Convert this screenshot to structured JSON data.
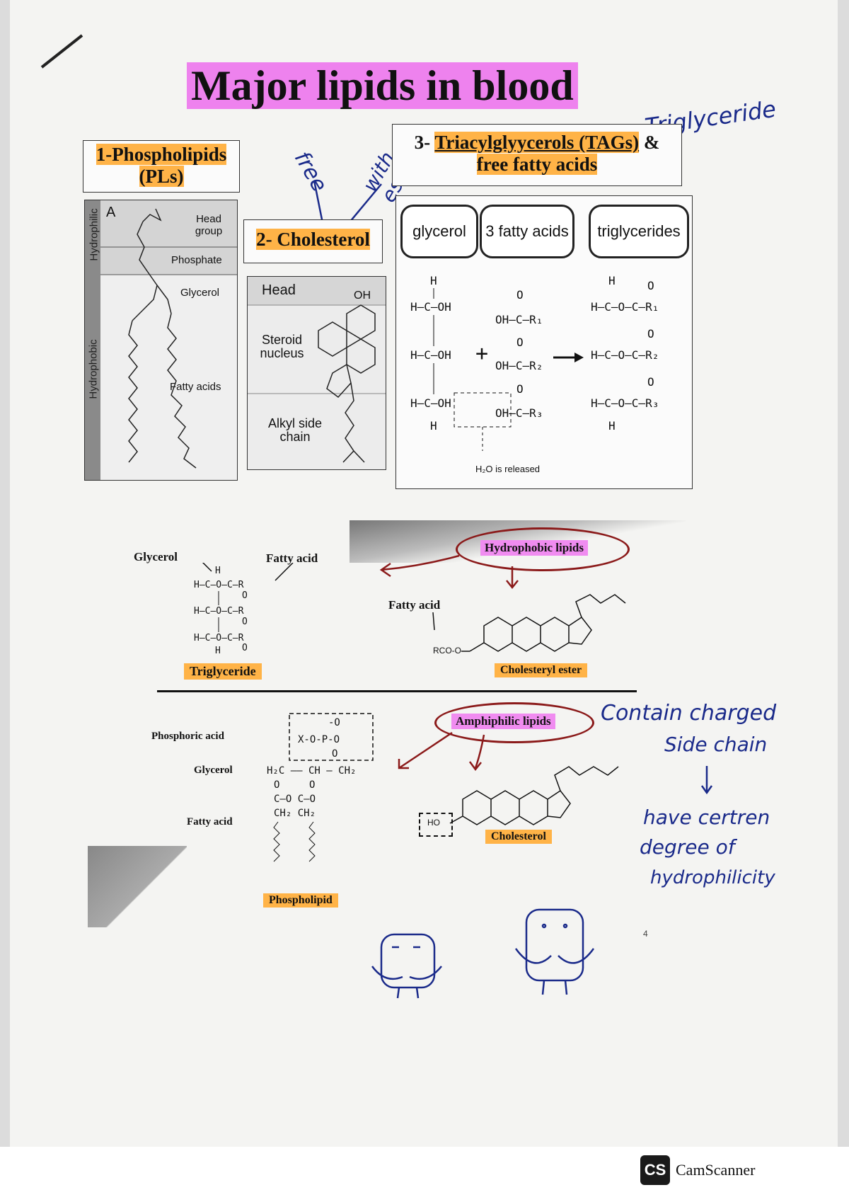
{
  "title": "Major lipids in blood",
  "sections": {
    "phospholipids": {
      "title_line1": "1-Phospholipids",
      "title_line2": "(PLs)",
      "panel_letter": "A",
      "side_hydrophilic": "Hydrophilic",
      "side_hydrophobic": "Hydrophobic",
      "labels": {
        "head": "Head group",
        "phosphate": "Phosphate",
        "glycerol": "Glycerol",
        "fatty": "Fatty acids"
      }
    },
    "cholesterol": {
      "title": "2- Cholesterol",
      "labels": {
        "head": "Head",
        "oh": "OH",
        "steroid": "Steroid nucleus",
        "alkyl": "Alkyl side chain"
      }
    },
    "tags": {
      "title_line1_prefix": "3- ",
      "title_line1": "Triacylglyycerols (TAGs)",
      "title_line1_suffix": " &",
      "title_line2": "free fatty acids",
      "pills": [
        "glycerol",
        "3 fatty acids",
        "triglycerides"
      ],
      "water": "H₂O is released"
    }
  },
  "annotations": {
    "free": "free",
    "with_ester": "with ester",
    "triglyceride_note": "= Triglyceride"
  },
  "hydrophobic": {
    "title": "Hydrophobic lipids",
    "glycerol": "Glycerol",
    "fatty_acid": "Fatty acid",
    "fatty_acid2": "Fatty acid",
    "triglyceride": "Triglyceride",
    "cholesteryl": "Cholesteryl ester",
    "rco": "RCO-O"
  },
  "amphiphilic": {
    "title": "Amphiphilic lipids",
    "phosphoric": "Phosphoric acid",
    "glycerol": "Glycerol",
    "fatty": "Fatty acid",
    "phospholipid": "Phospholipid",
    "cholesterol": "Cholesterol",
    "ho": "HO",
    "note_line1": "Contain charged",
    "note_line2": "Side chain",
    "note_line3": "have certren",
    "note_line4": "degree of",
    "note_line5": "hydrophilicity"
  },
  "page_number": "4",
  "footer": {
    "brand": "CamScanner",
    "logo": "CS"
  }
}
